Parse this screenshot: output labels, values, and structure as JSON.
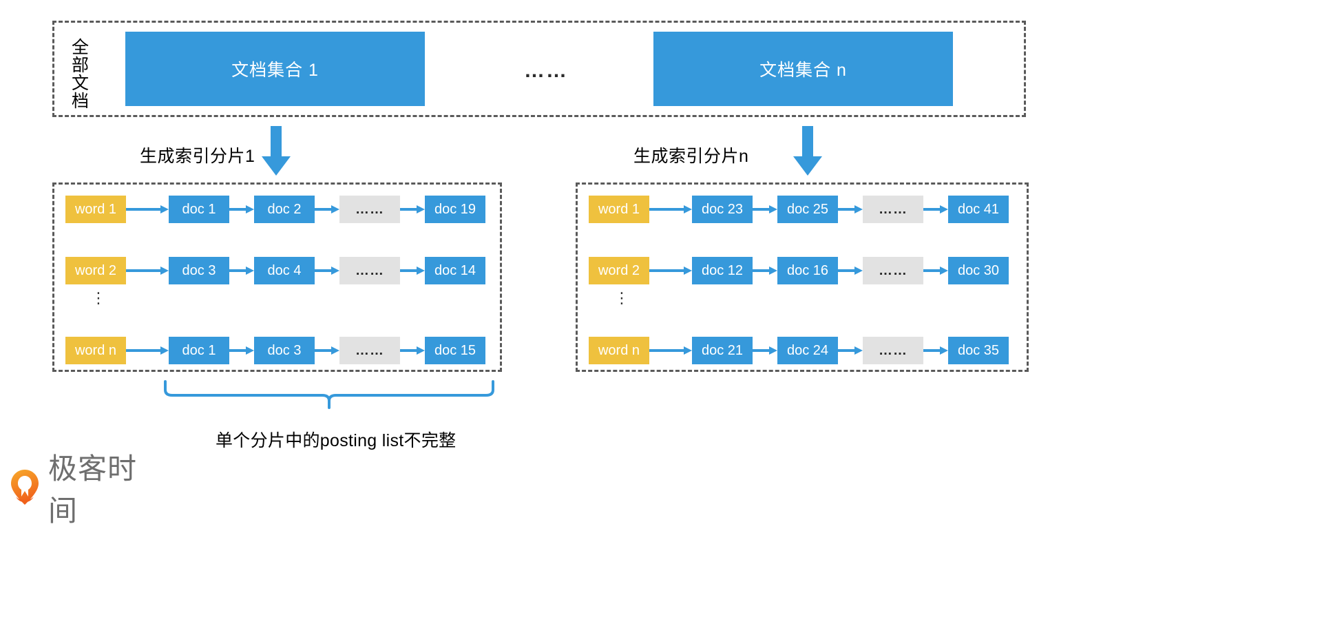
{
  "top_panel": {
    "side_label": "全部文档",
    "collections": [
      {
        "label": "文档集合 1"
      },
      {
        "label": "文档集合 n"
      }
    ],
    "ellipsis": "……"
  },
  "generation": {
    "arrows": [
      {
        "label": "生成索引分片1"
      },
      {
        "label": "生成索引分片n"
      }
    ]
  },
  "shards": [
    {
      "name": "shard-1",
      "vertical_dots": "⋮",
      "rows": [
        {
          "word": "word 1",
          "docs": [
            "doc 1",
            "doc 2",
            "……",
            "doc 19"
          ]
        },
        {
          "word": "word 2",
          "docs": [
            "doc 3",
            "doc 4",
            "……",
            "doc 14"
          ]
        },
        {
          "word": "word n",
          "docs": [
            "doc 1",
            "doc 3",
            "……",
            "doc 15"
          ]
        }
      ]
    },
    {
      "name": "shard-n",
      "vertical_dots": "⋮",
      "rows": [
        {
          "word": "word 1",
          "docs": [
            "doc 23",
            "doc 25",
            "……",
            "doc 41"
          ]
        },
        {
          "word": "word 2",
          "docs": [
            "doc 12",
            "doc 16",
            "……",
            "doc 30"
          ]
        },
        {
          "word": "word n",
          "docs": [
            "doc 21",
            "doc 24",
            "……",
            "doc 35"
          ]
        }
      ]
    }
  ],
  "caption": "单个分片中的posting list不完整",
  "logo": {
    "text": "极客时间"
  },
  "colors": {
    "blue": "#3699DB",
    "yellow": "#EFC13E",
    "gray_box": "#E2E2E2",
    "dashed_border": "#5a5a5a",
    "logo_orange": "#F07C22",
    "logo_text": "#6E6E6E"
  }
}
